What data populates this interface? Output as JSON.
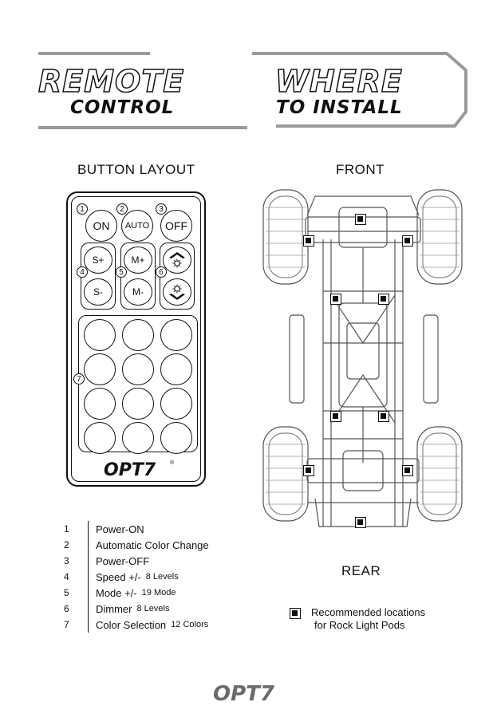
{
  "header": {
    "left_line1": "REMOTE",
    "left_line2": "CONTROL",
    "right_line1": "WHERE",
    "right_line2": "TO INSTALL"
  },
  "sections": {
    "button_layout": "BUTTON LAYOUT",
    "front": "FRONT",
    "rear": "REAR"
  },
  "remote": {
    "buttons": {
      "on": "ON",
      "auto": "AUTO",
      "off": "OFF",
      "speed_up": "S+",
      "speed_down": "S-",
      "mode_up": "M+",
      "mode_down": "M-"
    },
    "markers": [
      "1",
      "2",
      "3",
      "4",
      "5",
      "6",
      "7"
    ],
    "brand": "OPT7",
    "color_button_count": 12
  },
  "legend": [
    {
      "num": "1",
      "label": "Power-ON",
      "extra": ""
    },
    {
      "num": "2",
      "label": "Automatic Color Change",
      "extra": ""
    },
    {
      "num": "3",
      "label": "Power-OFF",
      "extra": ""
    },
    {
      "num": "4",
      "label": "Speed +/-",
      "extra": "8 Levels"
    },
    {
      "num": "5",
      "label": "Mode +/-",
      "extra": "19 Mode"
    },
    {
      "num": "6",
      "label": "Dimmer",
      "extra": "8 Levels"
    },
    {
      "num": "7",
      "label": "Color Selection",
      "extra": "12 Colors"
    }
  ],
  "key": {
    "line1": "Recommended locations",
    "line2": "for Rock Light Pods"
  },
  "footer": {
    "brand": "OPT7"
  }
}
